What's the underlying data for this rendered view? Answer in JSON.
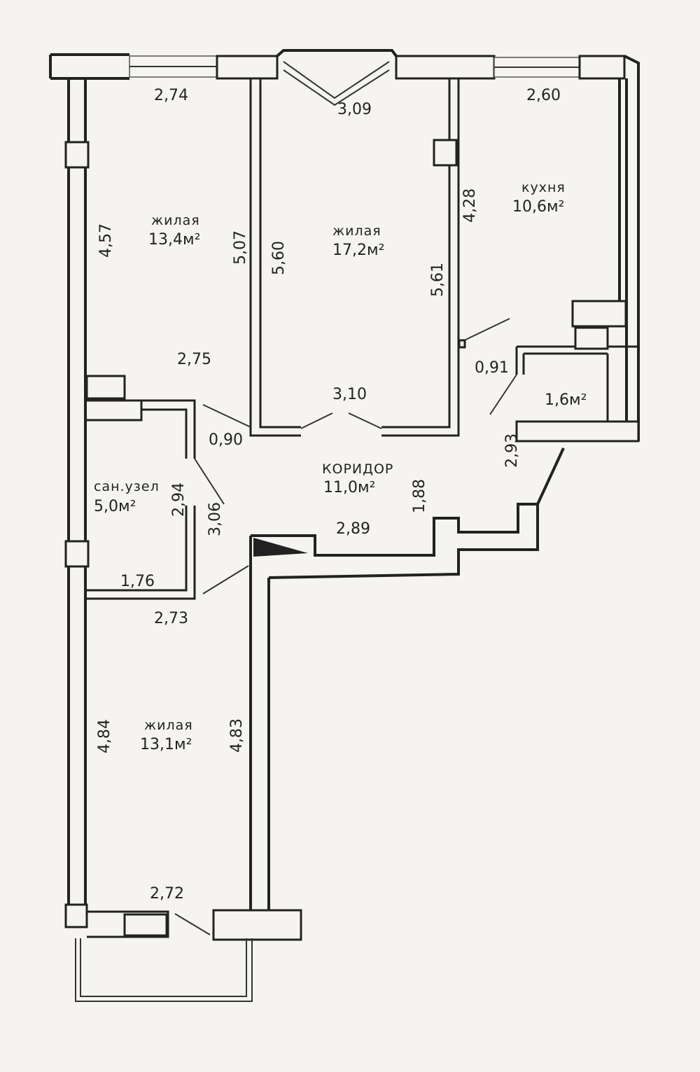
{
  "rooms": {
    "living_top_left": {
      "name": "жилая",
      "area": "13,4м²"
    },
    "living_center": {
      "name": "жилая",
      "area": "17,2м²"
    },
    "kitchen": {
      "name": "кухня",
      "area": "10,6м²"
    },
    "storage": {
      "area": "1,6м²"
    },
    "corridor": {
      "name": "КОРИДОР",
      "area": "11,0м²"
    },
    "bathroom": {
      "name": "сан.узел",
      "area": "5,0м²"
    },
    "living_bottom": {
      "name": "жилая",
      "area": "13,1м²"
    }
  },
  "dimensions": {
    "d274": "2,74",
    "d309": "3,09",
    "d260": "2,60",
    "d457": "4,57",
    "d507": "5,07",
    "d560": "5,60",
    "d561": "5,61",
    "d428": "4,28",
    "d275": "2,75",
    "d310": "3,10",
    "d091": "0,91",
    "d090": "0,90",
    "d293": "2,93",
    "d294": "2,94",
    "d306": "3,06",
    "d188": "1,88",
    "d289": "2,89",
    "d176": "1,76",
    "d273": "2,73",
    "d484": "4,84",
    "d483": "4,83",
    "d272": "2,72"
  }
}
